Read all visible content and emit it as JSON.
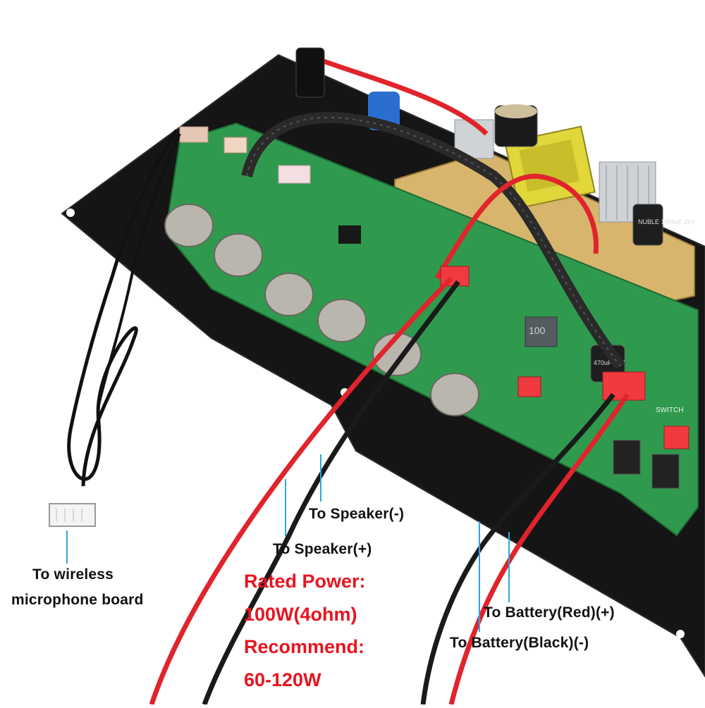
{
  "labels": {
    "speaker_neg": "To Speaker(-)",
    "speaker_pos": "To Speaker(+)",
    "mic_line1": "To wireless",
    "mic_line2": "microphone board",
    "battery_red": "To Battery(Red)(+)",
    "battery_black": "To Battery(Black)(-)"
  },
  "spec": {
    "rated_label": "Rated Power:",
    "rated_value": "100W(4ohm)",
    "recommend_label": "Recommend:",
    "recommend_value": "60-120W"
  },
  "board_print": {
    "cap_1": "NUBLE 1000uF 25V",
    "cap_2": "470uF 25V",
    "inductor": "100",
    "switch": "SWITCH"
  },
  "colors": {
    "callout_line": "#2aa7e0",
    "spec_text": "#e8141e",
    "pcb_green": "#2f9a4e",
    "plate": "#151515"
  }
}
